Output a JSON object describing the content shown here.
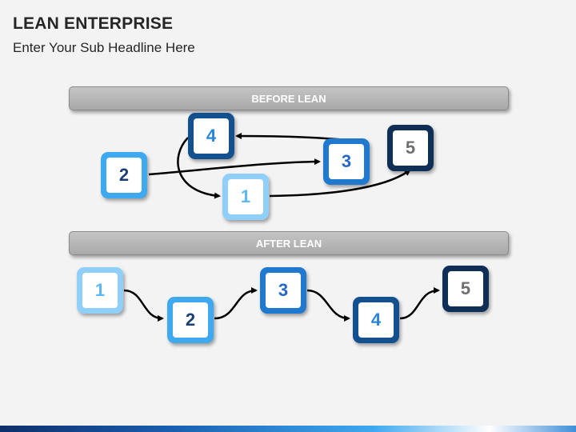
{
  "header": {
    "title": "LEAN ENTERPRISE",
    "subtitle": "Enter Your Sub Headline Here"
  },
  "before_section": {
    "label": "BEFORE LEAN",
    "steps": [
      "1",
      "2",
      "3",
      "4",
      "5"
    ],
    "flow_order": [
      "2",
      "3",
      "4",
      "1",
      "5"
    ]
  },
  "after_section": {
    "label": "AFTER LEAN",
    "steps": [
      "1",
      "2",
      "3",
      "4",
      "5"
    ],
    "flow_order": [
      "1",
      "2",
      "3",
      "4",
      "5"
    ]
  },
  "colors": {
    "step1": "#8fcffa",
    "step2": "#3fa9f0",
    "step3": "#1e79cf",
    "step4": "#13508f",
    "step5": "#0f2f57",
    "banner": "#b5b5b5"
  }
}
